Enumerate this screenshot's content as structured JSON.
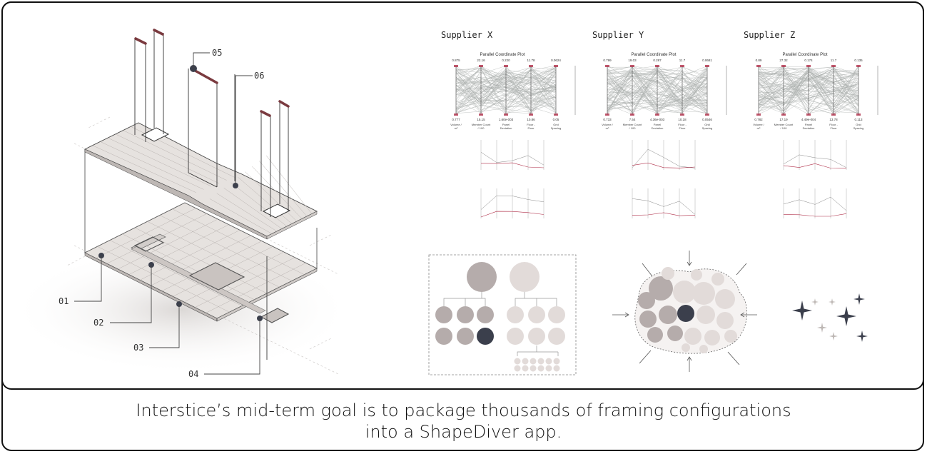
{
  "caption": {
    "line1": "Interstice’s mid-term goal is to package thousands of framing configurations",
    "line2": "into a ShapeDiver app."
  },
  "callouts": [
    "01",
    "02",
    "03",
    "04",
    "05",
    "06"
  ],
  "suppliers": [
    {
      "name": "Supplier X",
      "plot_title": "Parallel Coordinate Plot",
      "top_values": [
        "0.875",
        "22.16",
        "0.220",
        "11.78",
        "0.0624"
      ],
      "bottom_values": [
        "0.777",
        "15.15",
        "1.60e-003",
        "10.86",
        "0.05"
      ],
      "axis_labels": [
        [
          "Volume /",
          "m³"
        ],
        [
          "Member Count",
          "/ 100"
        ],
        [
          "Panel",
          "Deviation"
        ],
        [
          "Floor -",
          "Floor"
        ],
        [
          "Grid",
          "Spacing"
        ]
      ]
    },
    {
      "name": "Supplier Y",
      "plot_title": "Parallel Coordinate Plot",
      "top_values": [
        "0.799",
        "19.03",
        "0.287",
        "11.7",
        "0.0681"
      ],
      "bottom_values": [
        "0.733",
        "7.54",
        "4.36e-003",
        "10.18",
        "0.0546"
      ],
      "axis_labels": [
        [
          "Volume /",
          "m³"
        ],
        [
          "Member Count",
          "/ 100"
        ],
        [
          "Panel",
          "Deviation"
        ],
        [
          "Floor -",
          "Floor"
        ],
        [
          "Grid",
          "Spacing"
        ]
      ]
    },
    {
      "name": "Supplier Z",
      "plot_title": "Parallel Coordinate Plot",
      "top_values": [
        "0.89",
        "27.32",
        "0.174",
        "11.7",
        "0.135"
      ],
      "bottom_values": [
        "0.782",
        "17.19",
        "4.49e-004",
        "13.78",
        "0.113"
      ],
      "axis_labels": [
        [
          "Volume /",
          "m³"
        ],
        [
          "Member Count",
          "/ 100"
        ],
        [
          "Panel",
          "Deviation"
        ],
        [
          "Floor -",
          "Floor"
        ],
        [
          "Grid",
          "Spacing"
        ]
      ]
    }
  ],
  "colors": {
    "accent_red": "#b0304a",
    "dark_node": "#3b3f4c",
    "mid_node": "#b5acab",
    "light_node": "#e2dbd9",
    "plate": "#e6e2df"
  }
}
